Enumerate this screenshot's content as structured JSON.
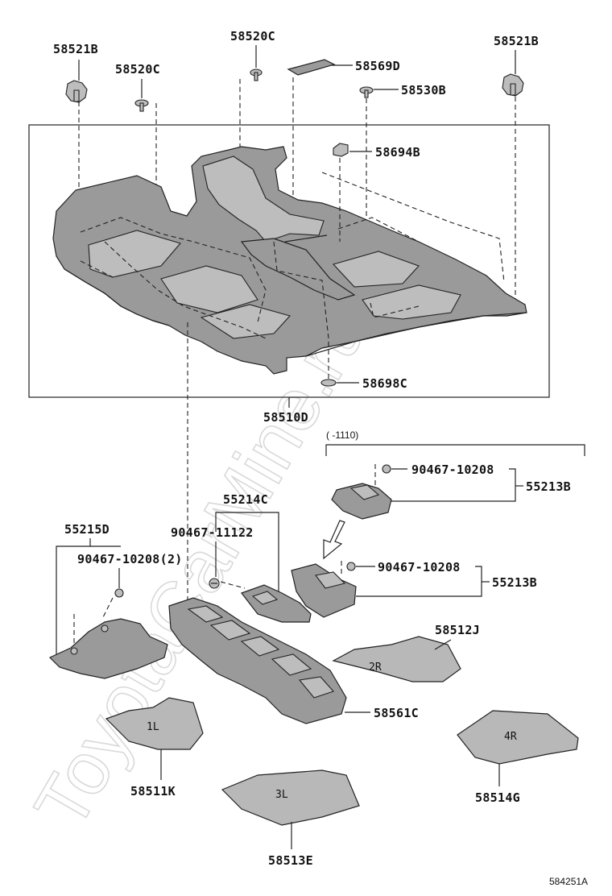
{
  "watermark": "ToyotaCarMine.ru",
  "diagram_code": "584251A",
  "labels": {
    "p58521B_left": "58521B",
    "p58520C_top": "58520C",
    "p58520C_left": "58520C",
    "p58569D": "58569D",
    "p58530B": "58530B",
    "p58521B_right": "58521B",
    "p58694B": "58694B",
    "p58698C": "58698C",
    "p58510D": "58510D",
    "date_range": "(    -1110)",
    "p90467_10208_a": "90467-10208",
    "p55213B_a": "55213B",
    "p55214C": "55214C",
    "p90467_11122": "90467-11122",
    "p90467_10208_b": "90467-10208",
    "p55213B_b": "55213B",
    "p55215D": "55215D",
    "p90467_10208_2": "90467-10208(2)",
    "p58512J": "58512J",
    "p58561C": "58561C",
    "p58511K": "58511K",
    "p58514G": "58514G",
    "p58513E": "58513E"
  },
  "mat_marks": {
    "mat_1l": "1L",
    "mat_2r": "2R",
    "mat_3l": "3L",
    "mat_4r": "4R"
  }
}
